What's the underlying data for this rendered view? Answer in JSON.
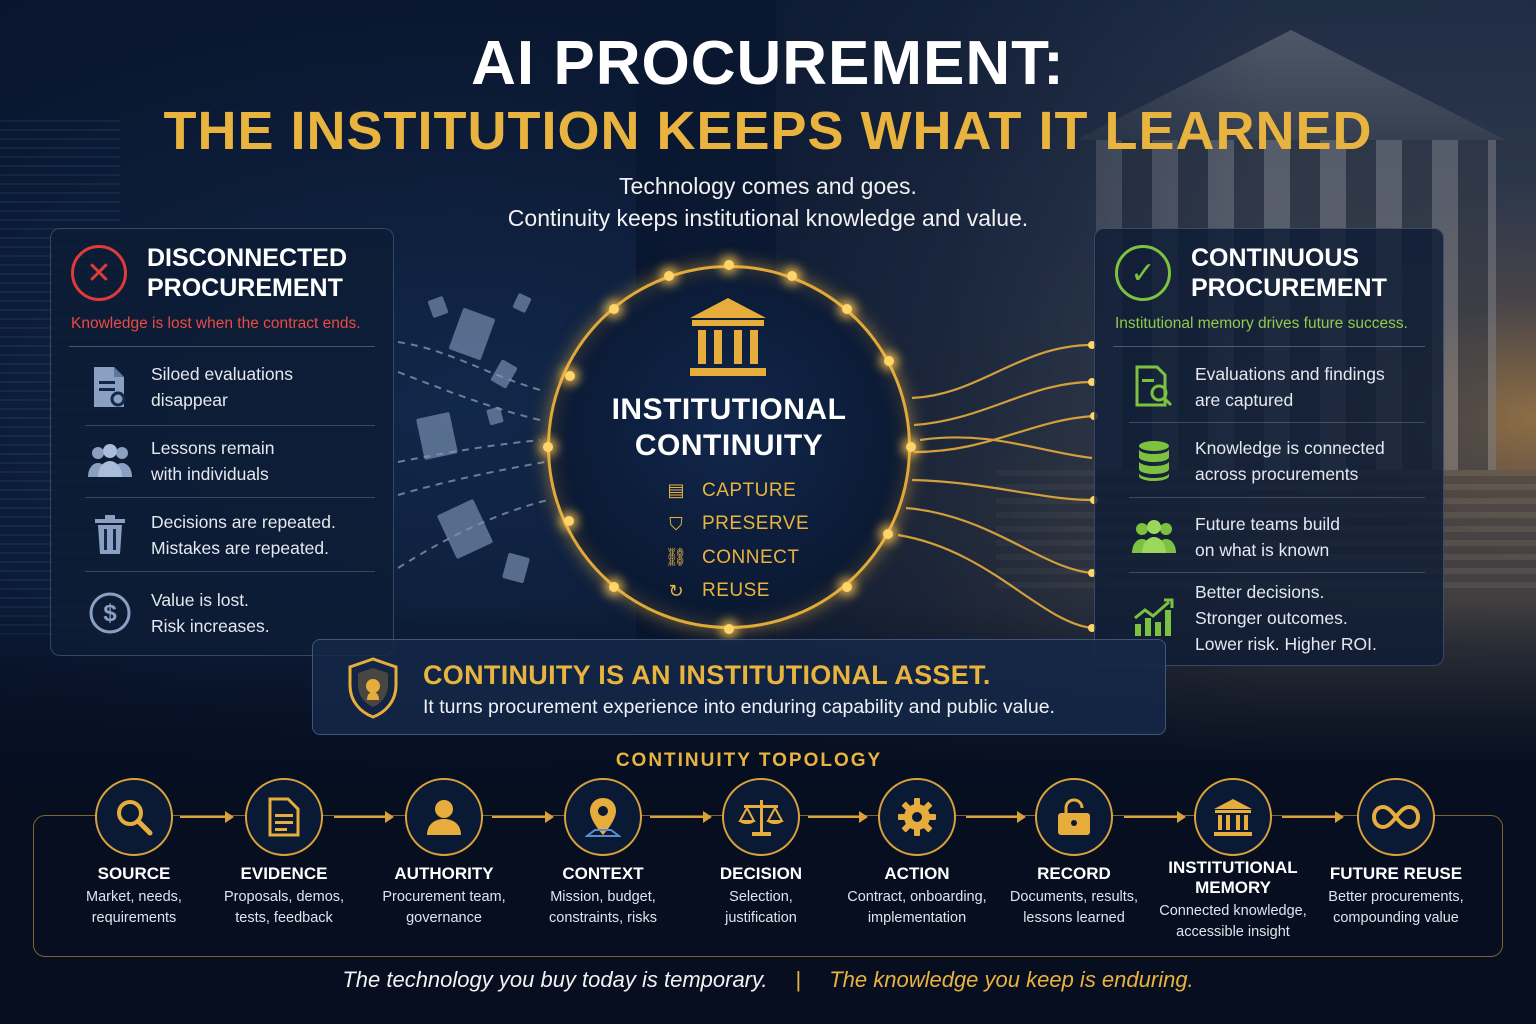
{
  "header": {
    "title_line1": "AI PROCUREMENT:",
    "title_line2": "THE INSTITUTION KEEPS WHAT IT LEARNED",
    "subtitle_line1": "Technology comes and goes.",
    "subtitle_line2": "Continuity keeps institutional knowledge and value."
  },
  "left_panel": {
    "title_line1": "DISCONNECTED",
    "title_line2": "PROCUREMENT",
    "tagline": "Knowledge is lost when the contract ends.",
    "items": [
      {
        "icon": "document-search-icon",
        "line1": "Siloed evaluations",
        "line2": "disappear"
      },
      {
        "icon": "people-group-icon",
        "line1": "Lessons remain",
        "line2": "with individuals"
      },
      {
        "icon": "trash-icon",
        "line1": "Decisions are repeated.",
        "line2": "Mistakes are repeated."
      },
      {
        "icon": "dollar-icon",
        "line1": "Value is lost.",
        "line2": "Risk increases."
      }
    ]
  },
  "right_panel": {
    "title_line1": "CONTINUOUS",
    "title_line2": "PROCUREMENT",
    "tagline": "Institutional memory drives future success.",
    "items": [
      {
        "icon": "document-magnifier-icon",
        "line1": "Evaluations and findings",
        "line2": "are captured"
      },
      {
        "icon": "database-icon",
        "line1": "Knowledge is connected",
        "line2": "across procurements"
      },
      {
        "icon": "team-icon",
        "line1": "Future teams build",
        "line2": "on what is known"
      },
      {
        "icon": "growth-chart-icon",
        "line1": "Better decisions.",
        "line2": "Stronger outcomes.",
        "line3": "Lower risk. Higher ROI."
      }
    ]
  },
  "center": {
    "title_line1": "INSTITUTIONAL",
    "title_line2": "CONTINUITY",
    "steps": [
      {
        "icon": "document-icon",
        "label": "CAPTURE"
      },
      {
        "icon": "shield-check-icon",
        "label": "PRESERVE"
      },
      {
        "icon": "link-icon",
        "label": "CONNECT"
      },
      {
        "icon": "cycle-icon",
        "label": "REUSE"
      }
    ]
  },
  "asset_banner": {
    "title": "CONTINUITY IS AN INSTITUTIONAL ASSET.",
    "text": "It turns procurement experience into enduring capability and public value."
  },
  "topology": {
    "title": "CONTINUITY TOPOLOGY",
    "nodes": [
      {
        "icon": "search-icon",
        "label": "SOURCE",
        "desc1": "Market, needs,",
        "desc2": "requirements"
      },
      {
        "icon": "document-icon",
        "label": "EVIDENCE",
        "desc1": "Proposals, demos,",
        "desc2": "tests, feedback"
      },
      {
        "icon": "person-icon",
        "label": "AUTHORITY",
        "desc1": "Procurement team,",
        "desc2": "governance"
      },
      {
        "icon": "map-pin-icon",
        "label": "CONTEXT",
        "desc1": "Mission, budget,",
        "desc2": "constraints, risks"
      },
      {
        "icon": "scales-icon",
        "label": "DECISION",
        "desc1": "Selection,",
        "desc2": "justification"
      },
      {
        "icon": "gear-icon",
        "label": "ACTION",
        "desc1": "Contract, onboarding,",
        "desc2": "implementation"
      },
      {
        "icon": "lock-icon",
        "label": "RECORD",
        "desc1": "Documents, results,",
        "desc2": "lessons learned"
      },
      {
        "icon": "institution-icon",
        "label": "INSTITUTIONAL",
        "label2": "MEMORY",
        "desc1": "Connected knowledge,",
        "desc2": "accessible insight"
      },
      {
        "icon": "infinity-icon",
        "label": "FUTURE REUSE",
        "desc1": "Better procurements,",
        "desc2": "compounding value"
      }
    ]
  },
  "footer": {
    "left": "The technology you buy today is temporary.",
    "separator": "|",
    "right": "The knowledge you keep is enduring."
  },
  "colors": {
    "gold": "#e9b33f",
    "red": "#e03a3a",
    "green": "#7dc140",
    "navy": "#0a1730"
  }
}
